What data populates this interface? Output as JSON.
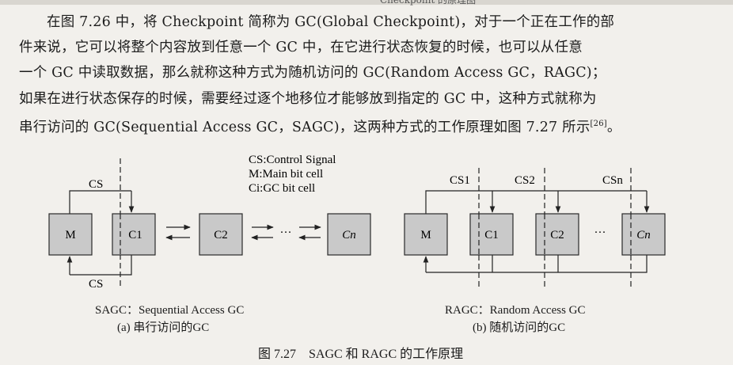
{
  "header_sliver": "Checkpoint 的原理图",
  "paragraph": {
    "line1": "在图 7.26 中，将 Checkpoint 简称为 GC(Global Checkpoint)，对于一个正在工作的部",
    "line2": "件来说，它可以将整个内容放到任意一个 GC 中，在它进行状态恢复的时候，也可以从任意",
    "line3": "一个 GC 中读取数据，那么就称这种方式为随机访问的 GC(Random Access GC，RAGC)；",
    "line4": "如果在进行状态保存的时候，需要经过逐个地移位才能够放到指定的 GC 中，这种方式就称为",
    "line5": "串行访问的 GC(Sequential Access GC，SAGC)，这两种方式的工作原理如图 7.27 所示",
    "ref": "[26]",
    "end": "。"
  },
  "legend": {
    "cs": "CS:Control Signal",
    "m": "M:Main bit cell",
    "ci": "Ci:GC bit cell"
  },
  "sagc": {
    "cs_top": "CS",
    "cs_bottom": "CS",
    "box_m": "M",
    "box_c1": "C1",
    "box_c2": "C2",
    "ellipsis": "···",
    "box_cn": "Cn",
    "title": "SAGC：Sequential Access GC",
    "subcaption": "(a) 串行访问的GC"
  },
  "ragc": {
    "cs1": "CS1",
    "cs2": "CS2",
    "csn": "CSn",
    "box_m": "M",
    "box_c1": "C1",
    "box_c2": "C2",
    "ellipsis": "···",
    "box_cn": "Cn",
    "title": "RAGC：Random Access GC",
    "subcaption": "(b) 随机访问的GC"
  },
  "figure_caption": "图 7.27　SAGC 和 RAGC 的工作原理",
  "colors": {
    "box_fill": "#c9c9c9",
    "box_stroke": "#2a2a2a",
    "background": "#f2f0ec"
  }
}
